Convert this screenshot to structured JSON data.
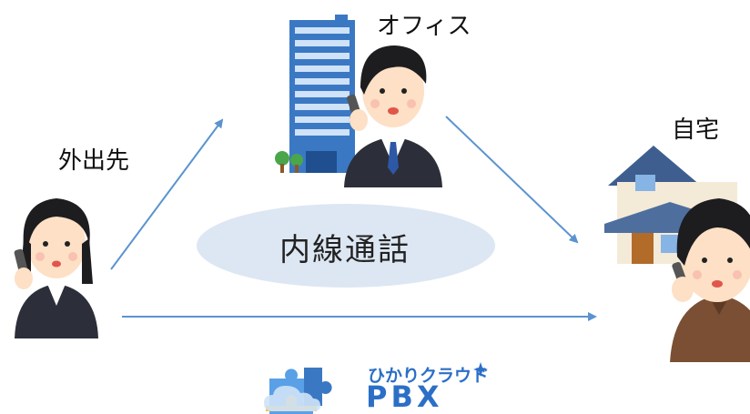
{
  "labels": {
    "office": "オフィス",
    "outside": "外出先",
    "home": "自宅"
  },
  "center": {
    "text": "内線通話"
  },
  "brand": {
    "kana": "ひかりクラウド",
    "name": "PBX"
  },
  "colors": {
    "arrow": "#5b93cf",
    "ellipse": "#dde7f3",
    "brand_blue": "#2c6fc6",
    "suit": "#2c2f3a",
    "building": "#3b78c4"
  },
  "icons": [
    "office-building-icon",
    "office-worker-icon",
    "outside-worker-icon",
    "house-icon",
    "home-worker-icon",
    "puzzle-cloud-logo-icon"
  ]
}
